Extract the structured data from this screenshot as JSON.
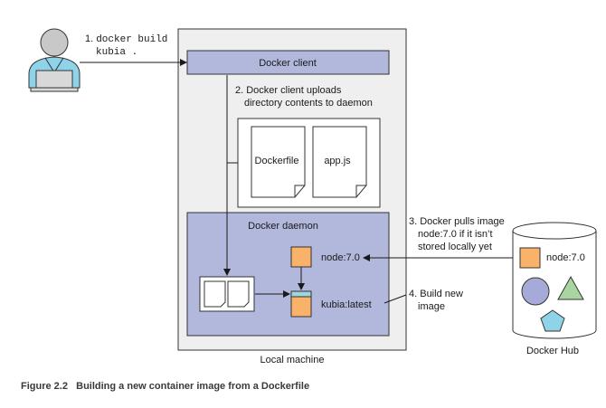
{
  "local_machine": {
    "label": "Local machine"
  },
  "docker_client": {
    "label": "Docker client"
  },
  "docker_daemon": {
    "label": "Docker daemon"
  },
  "docker_hub": {
    "label": "Docker Hub"
  },
  "steps": {
    "step1": {
      "line1": "1.",
      "line1_cmd": "docker build",
      "line2": "kubia ."
    },
    "step2": {
      "line1": "2. Docker client uploads",
      "line2": "directory contents to daemon"
    },
    "step3": {
      "line1": "3. Docker pulls image",
      "line2": "node:7.0 if it isn’t",
      "line3": "stored locally yet"
    },
    "step4": {
      "line1": "4. Build new",
      "line2": "image"
    }
  },
  "files": {
    "dockerfile": "Dockerfile",
    "appjs": "app.js"
  },
  "images": {
    "node_local": "node:7.0",
    "kubia": "kubia:latest",
    "node_hub": "node:7.0"
  },
  "caption": "Figure 2.2   Building a new container image from a Dockerfile",
  "colors": {
    "client_fill": "#b2b7dc",
    "daemon_fill": "#b2b7dc",
    "machine_fill": "#efefef",
    "image_orange": "#f8b26a",
    "image_teal": "#9ed6e0",
    "shape_circle": "#a6aad8",
    "shape_triangle": "#a8d5a0",
    "shape_pentagon": "#8fd3e8",
    "person_shirt": "#8fd3e8"
  }
}
